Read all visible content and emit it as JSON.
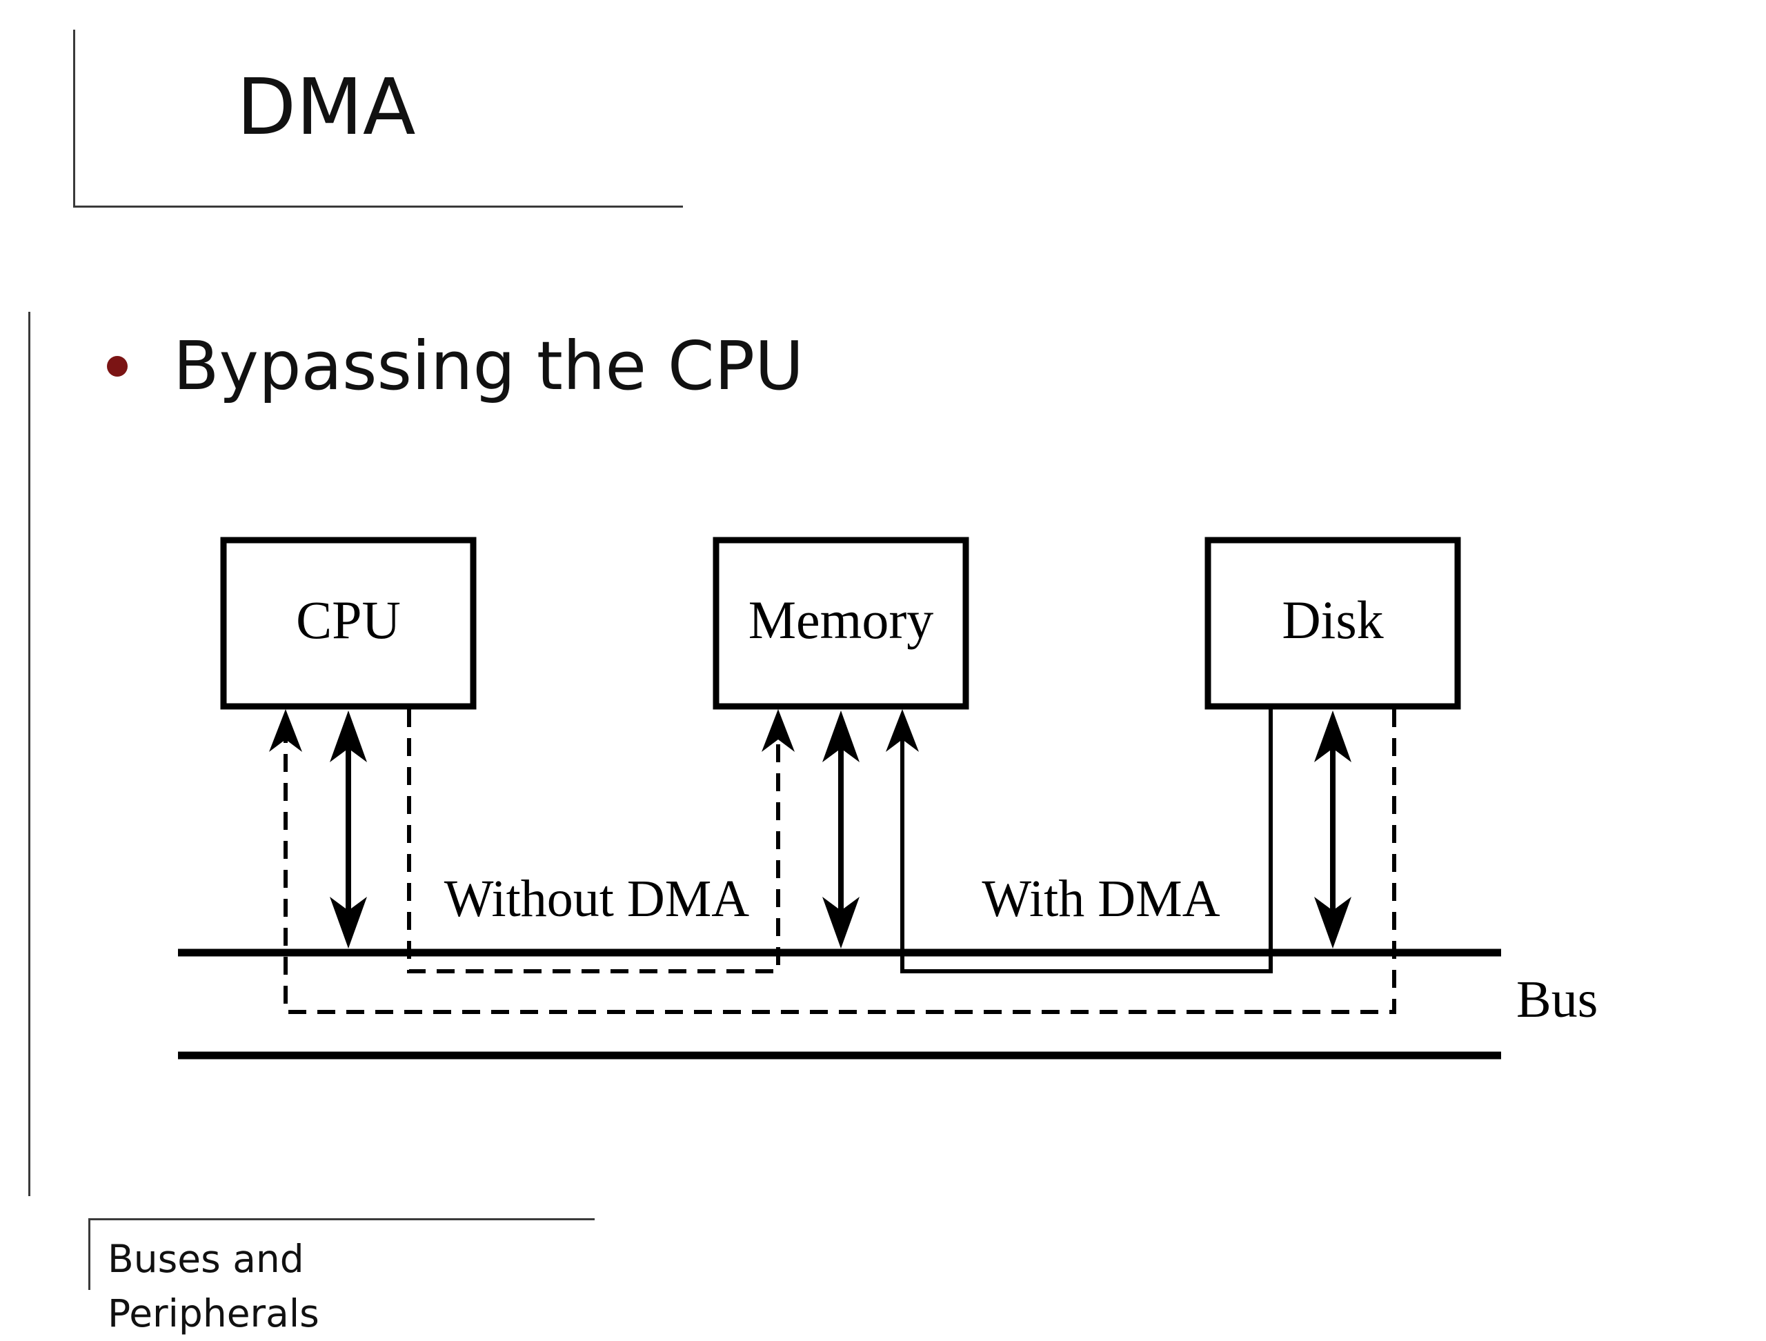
{
  "slide": {
    "title": "DMA",
    "bullet": "Bypassing the CPU",
    "footer": "Buses and Peripherals",
    "bullet_color": "#7b1414"
  },
  "diagram": {
    "nodes": [
      {
        "id": "cpu",
        "label": "CPU"
      },
      {
        "id": "memory",
        "label": "Memory"
      },
      {
        "id": "disk",
        "label": "Disk"
      }
    ],
    "labels": {
      "without_dma": "Without DMA",
      "with_dma": "With DMA",
      "bus": "Bus"
    }
  }
}
